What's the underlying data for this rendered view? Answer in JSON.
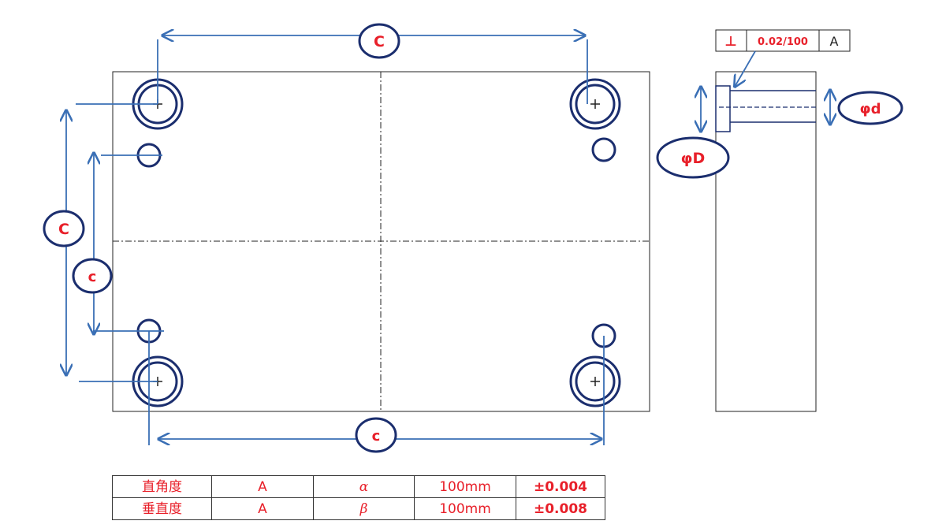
{
  "colors": {
    "outline": "#1b2e6e",
    "dimension": "#3a6fb5",
    "label": "#e8202a",
    "text": "#222222"
  },
  "dimension_labels": {
    "top_width": "C",
    "left_height": "C",
    "left_inner_height": "c",
    "bottom_width": "c",
    "side_large_diameter": "φD",
    "side_small_diameter": "φd"
  },
  "frame": {
    "symbol": "⊥",
    "tolerance": "0.02/100",
    "datum": "A"
  },
  "table": {
    "rows": [
      {
        "property": "直角度",
        "datum": "A",
        "symbol": "α",
        "length": "100mm",
        "tolerance": "±0.004"
      },
      {
        "property": "垂直度",
        "datum": "A",
        "symbol": "β",
        "length": "100mm",
        "tolerance": "±0.008"
      }
    ]
  }
}
